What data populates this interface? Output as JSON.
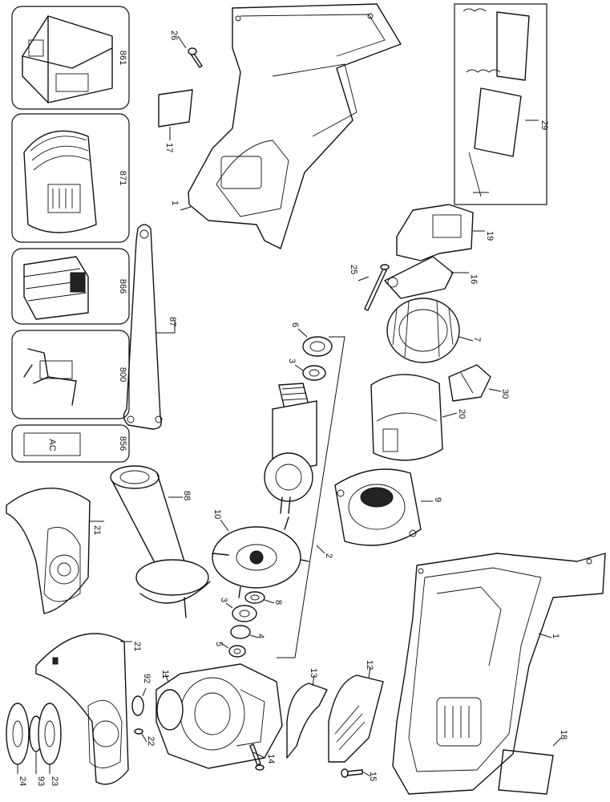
{
  "callouts": {
    "c26": "26",
    "c17": "17",
    "c1_top": "1",
    "c861": "861",
    "c871": "871",
    "c866": "866",
    "c800": "800",
    "c856": "856",
    "c87": "87",
    "c29": "29",
    "c19": "19",
    "c25": "25",
    "c16": "16",
    "c7": "7",
    "c30": "30",
    "c20": "20",
    "c9": "9",
    "c6": "6",
    "c3_top": "3",
    "c2": "2",
    "c10": "10",
    "c8": "8",
    "c3_bot": "3",
    "c4": "4",
    "c5": "5",
    "c88": "88",
    "c21_top": "21",
    "c21_bot": "21",
    "c92": "92",
    "c11": "11",
    "c13": "13",
    "c12": "12",
    "c14": "14",
    "c15": "15",
    "c22": "22",
    "c23": "23",
    "c93": "93",
    "c24": "24",
    "c1_bot": "1",
    "c18": "18"
  },
  "battery_label": "AC"
}
